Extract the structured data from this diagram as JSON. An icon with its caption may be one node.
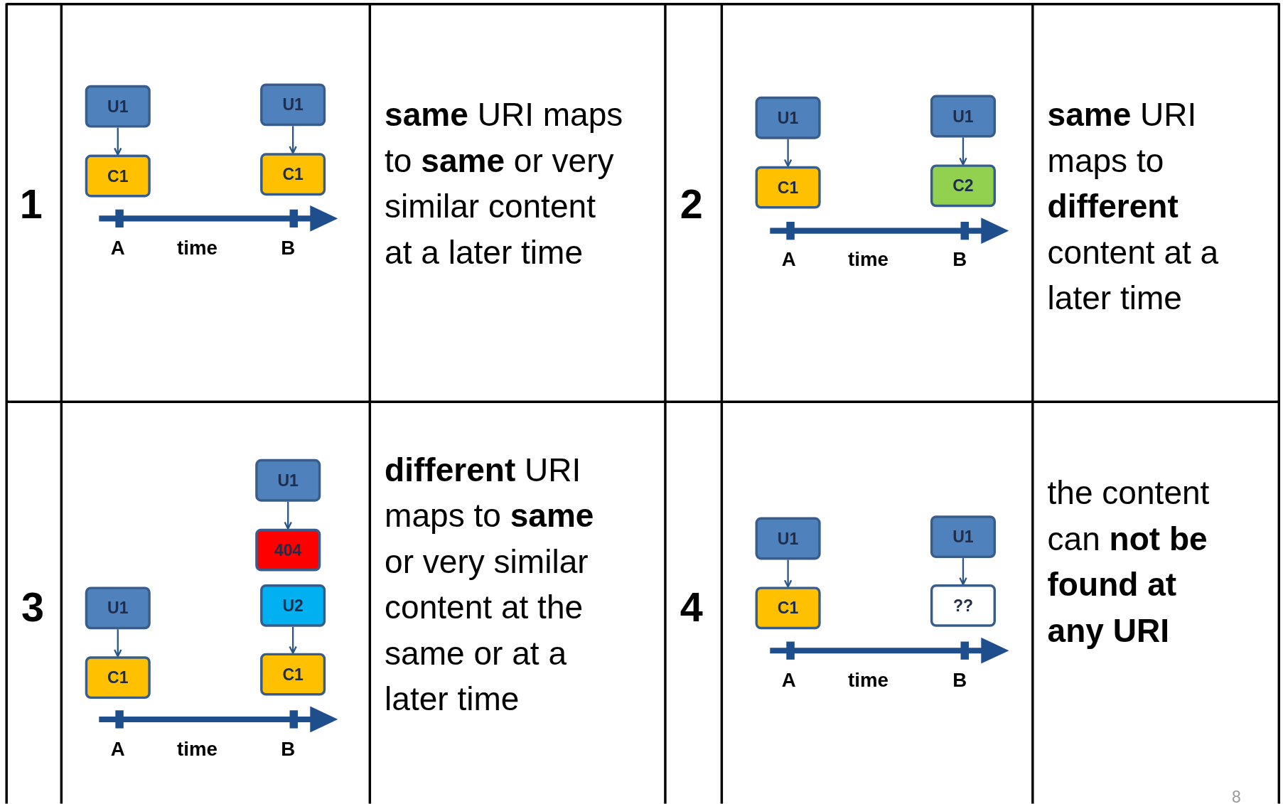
{
  "diagram": {
    "nodes": [
      {
        "text": [
          "U1"
        ]
      },
      {
        "text": [
          "C1"
        ]
      },
      {
        "text": [
          "U1"
        ]
      },
      {
        "text": [
          "C1"
        ]
      },
      {
        "text": [
          "U1"
        ]
      },
      {
        "text": [
          "C1"
        ]
      },
      {
        "text": [
          "U1"
        ]
      },
      {
        "text": [
          "C2"
        ]
      },
      {
        "text": [
          "U1"
        ]
      },
      {
        "text": [
          "404"
        ]
      },
      {
        "text": [
          "U1"
        ]
      },
      {
        "text": [
          "U2"
        ]
      },
      {
        "text": [
          "C1"
        ]
      },
      {
        "text": [
          "C1"
        ]
      },
      {
        "text": [
          "U1"
        ]
      },
      {
        "text": [
          "C1"
        ]
      },
      {
        "text": [
          "U1"
        ]
      },
      {
        "text": [
          "??"
        ]
      }
    ],
    "edges": [
      {
        "from": 0,
        "to": 1,
        "arrow": "to"
      },
      {
        "from": 2,
        "to": 3,
        "arrow": "to"
      },
      {
        "from": 4,
        "to": 5,
        "arrow": "to"
      },
      {
        "from": 6,
        "to": 7,
        "arrow": "to"
      },
      {
        "from": 8,
        "to": 9,
        "arrow": "to"
      },
      {
        "from": 10,
        "to": 12,
        "arrow": "to"
      },
      {
        "from": 11,
        "to": 13,
        "arrow": "to"
      },
      {
        "from": 14,
        "to": 15,
        "arrow": "to"
      },
      {
        "from": 16,
        "to": 17,
        "arrow": "to"
      }
    ],
    "labels": [
      "1",
      "A",
      "time",
      "B",
      "**same** URI maps to **same** or very similar content at a later time",
      "2",
      "A",
      "time",
      "B",
      "**same** URI maps to **different** content at a later time",
      "3",
      "A",
      "time",
      "B",
      "**different** URI maps to **same** or very similar content at the same or at a later time",
      "4",
      "A",
      "time",
      "B",
      "the content can **not be found at any URI**",
      "8"
    ]
  }
}
